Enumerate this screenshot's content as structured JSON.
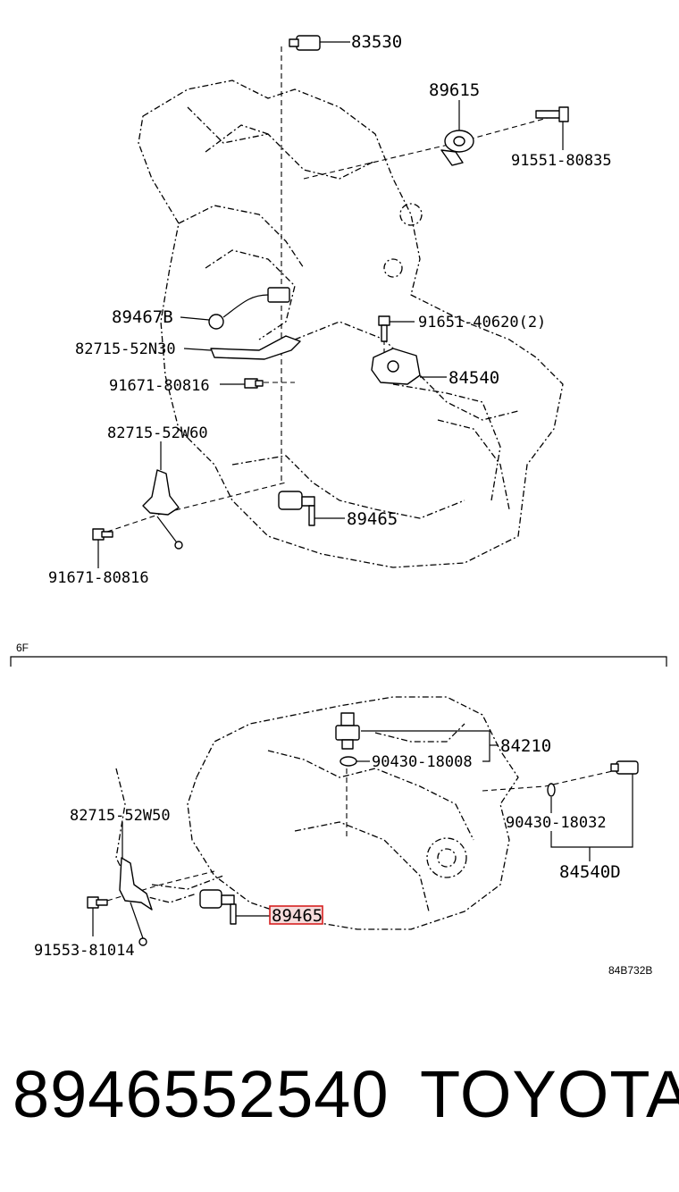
{
  "upper": {
    "callouts": [
      "83530",
      "89615",
      "91551-80835",
      "89467B",
      "91651-40620(2)",
      "82715-52N30",
      "84540",
      "91671-80816",
      "82715-52W60",
      "89465",
      "91671-80816"
    ]
  },
  "section_label": "6F",
  "lower": {
    "callouts": [
      "84210",
      "90430-18008",
      "82715-52W50",
      "90430-18032",
      "84540D",
      "91553-81014"
    ],
    "highlighted_callout": "89465",
    "highlight_color": "#d62020"
  },
  "figure_code": "84B732B",
  "footer": {
    "part_number": "8946552540",
    "brand": "TOYOTA"
  }
}
